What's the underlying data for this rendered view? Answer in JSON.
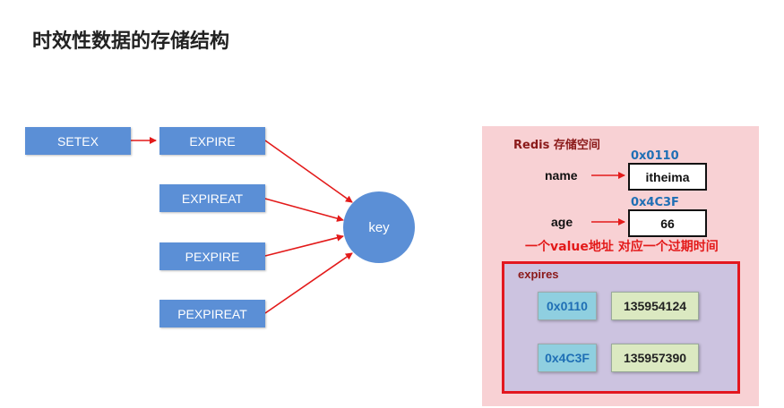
{
  "title": "时效性数据的存储结构",
  "commands": {
    "setex": "SETEX",
    "expire": "EXPIRE",
    "expireat": "EXPIREAT",
    "pexpire": "PEXPIRE",
    "pexpireat": "PEXPIREAT"
  },
  "key_label": "key",
  "redis": {
    "label": "Redis 存储空间",
    "entries": [
      {
        "address": "0x0110",
        "name": "name",
        "value": "itheima"
      },
      {
        "address": "0x4C3F",
        "name": "age",
        "value": "66"
      }
    ],
    "note": "一个value地址 对应一个过期时间",
    "expires": {
      "label": "expires",
      "rows": [
        {
          "address": "0x0110",
          "time": "135954124"
        },
        {
          "address": "0x4C3F",
          "time": "135957390"
        }
      ]
    }
  },
  "colors": {
    "command_box": "#5b8fd6",
    "arrow": "#e31a1a",
    "redis_panel": "#f8d1d4",
    "expires_border": "#e3171f",
    "expires_fill": "#ccc3e0",
    "address_text": "#1f6fb5"
  }
}
